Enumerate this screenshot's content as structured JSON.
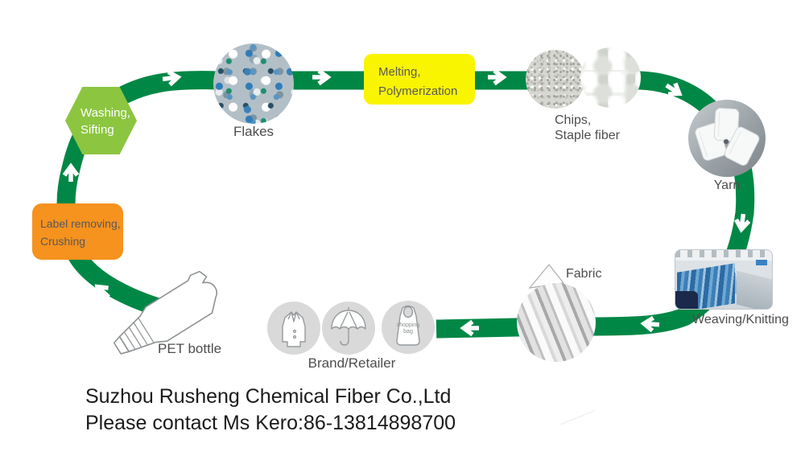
{
  "colors": {
    "band_green": "#008745",
    "hexagon_green": "#8CC540",
    "orange": "#F6921E",
    "yellow": "#F9F400",
    "label_gray": "#4D4D4F",
    "box_text_gray": "#58595B"
  },
  "stages": {
    "washing": {
      "label": "Washing,\nSifting"
    },
    "label_removing": {
      "label": "Label removing,\nCrushing"
    },
    "melting": {
      "label": "Melting,\nPolymerization"
    }
  },
  "items": {
    "pet_bottle": {
      "label": "PET bottle"
    },
    "flakes": {
      "label": "Flakes"
    },
    "chips": {
      "label": "Chips,\nStaple fiber"
    },
    "yarn": {
      "label": "Yarn"
    },
    "weaving": {
      "label": "Weaving/Knitting"
    },
    "fabric": {
      "label": "Fabric"
    },
    "brand": {
      "label": "Brand/Retailer"
    },
    "shopping_bag": {
      "text": "shopping\nbag"
    }
  },
  "icons": {
    "coat": "coat-icon",
    "umbrella": "umbrella-icon",
    "shopping_bag": "shopping-bag-icon",
    "pet_bottle": "pet-bottle-icon",
    "flow_arrow": "flow-arrow-icon"
  },
  "footer": {
    "line1": "Suzhou Rusheng Chemical Fiber Co.,Ltd",
    "line2": "Please contact Ms Kero:86-13814898700"
  }
}
